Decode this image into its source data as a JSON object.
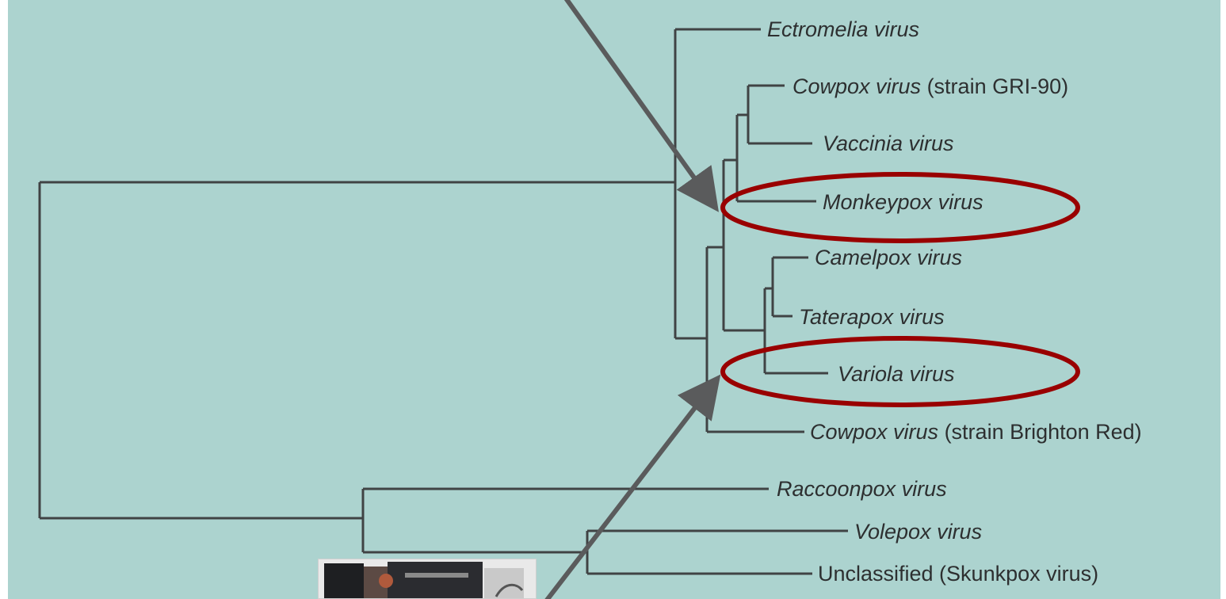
{
  "colors": {
    "background": "#acd3cf",
    "branch": "#404344",
    "label": "#2d2f30",
    "highlight_ellipse": "#990000",
    "arrow": "#5a5b5c"
  },
  "taxa": [
    {
      "id": "ectromelia",
      "italic": "Ectromelia virus",
      "suffix": ""
    },
    {
      "id": "cowpox-gri",
      "italic": "Cowpox virus",
      "suffix": " (strain GRI-90)"
    },
    {
      "id": "vaccinia",
      "italic": "Vaccinia virus",
      "suffix": ""
    },
    {
      "id": "monkeypox",
      "italic": "Monkeypox virus",
      "suffix": ""
    },
    {
      "id": "camelpox",
      "italic": "Camelpox virus",
      "suffix": ""
    },
    {
      "id": "taterapox",
      "italic": "Taterapox virus",
      "suffix": ""
    },
    {
      "id": "variola",
      "italic": "Variola virus",
      "suffix": ""
    },
    {
      "id": "cowpox-brighton",
      "italic": "Cowpox virus",
      "suffix": " (strain Brighton Red)"
    },
    {
      "id": "raccoonpox",
      "italic": "Raccoonpox virus",
      "suffix": ""
    },
    {
      "id": "volepox",
      "italic": "Volepox virus",
      "suffix": ""
    },
    {
      "id": "unclassified",
      "italic": "",
      "suffix": "Unclassified (Skunkpox virus)"
    }
  ],
  "highlighted_taxa": [
    "monkeypox",
    "variola"
  ],
  "photo_icon": "laboratory-photo"
}
